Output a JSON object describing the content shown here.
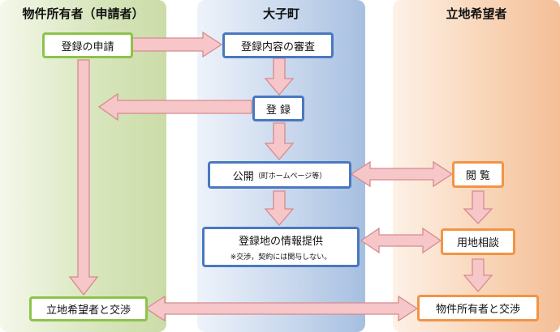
{
  "lanes": {
    "owner": "物件所有者（申請者）",
    "town": "大子町",
    "seeker": "立地希望者"
  },
  "boxes": {
    "apply": "登録の申請",
    "review": "登録内容の審査",
    "register": "登 録",
    "publish_main": "公開",
    "publish_sub": "（町ホームページ等）",
    "view": "閲 覧",
    "info_main": "登録地の情報提供",
    "info_note": "※交渉，契約には関与しない。",
    "consult": "用地相談",
    "negotiate_seeker": "立地希望者と交渉",
    "negotiate_owner": "物件所有者と交渉"
  },
  "colors": {
    "owner_border": "#8cc34a",
    "town_border": "#4a78c0",
    "seeker_border": "#f29445",
    "arrow_fill": "#f6c6c8",
    "arrow_stroke": "#d58b8f"
  }
}
